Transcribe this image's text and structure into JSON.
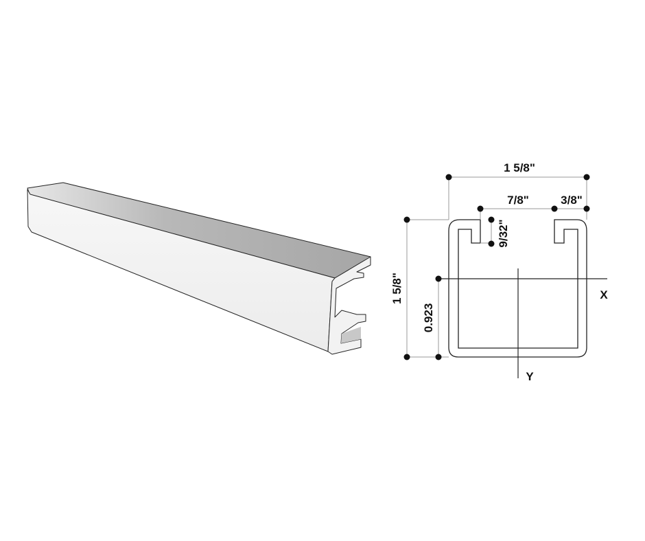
{
  "drawing": {
    "overall_width": "1 5/8\"",
    "slot_spacing": "7/8\"",
    "lip_width": "3/8\"",
    "lip_depth": "9/32\"",
    "overall_height": "1 5/8\"",
    "centroid_height": "0.923",
    "x_axis": "X",
    "y_axis": "Y"
  },
  "colors": {
    "line": "#111111",
    "dim_line": "#999999",
    "face_light": "#f4f4f4",
    "face_top": "#b4b4b4"
  }
}
